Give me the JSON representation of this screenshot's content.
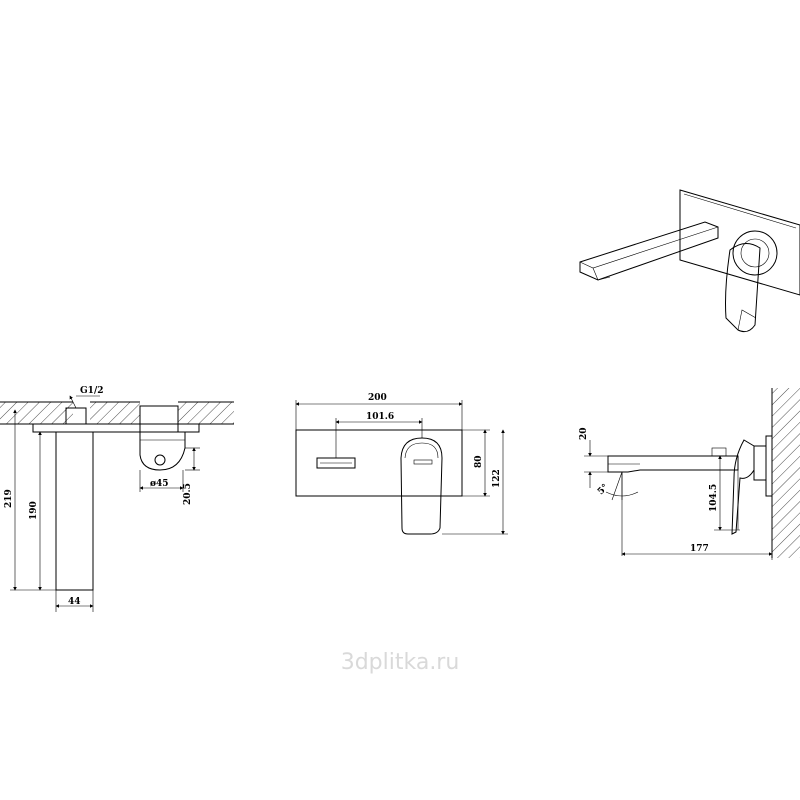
{
  "top_view": {
    "thread": "G1/2",
    "dim_219": "219",
    "dim_190": "190",
    "dim_44": "44",
    "dim_diameter": "ø45",
    "dim_20_5": "20.5"
  },
  "front_view": {
    "dim_200": "200",
    "dim_101_6": "101.6",
    "dim_80": "80",
    "dim_122": "122"
  },
  "side_view": {
    "dim_20": "20",
    "dim_angle": "5°",
    "dim_104_5": "104.5",
    "dim_177": "177"
  },
  "watermark": "3dplitka.ru"
}
